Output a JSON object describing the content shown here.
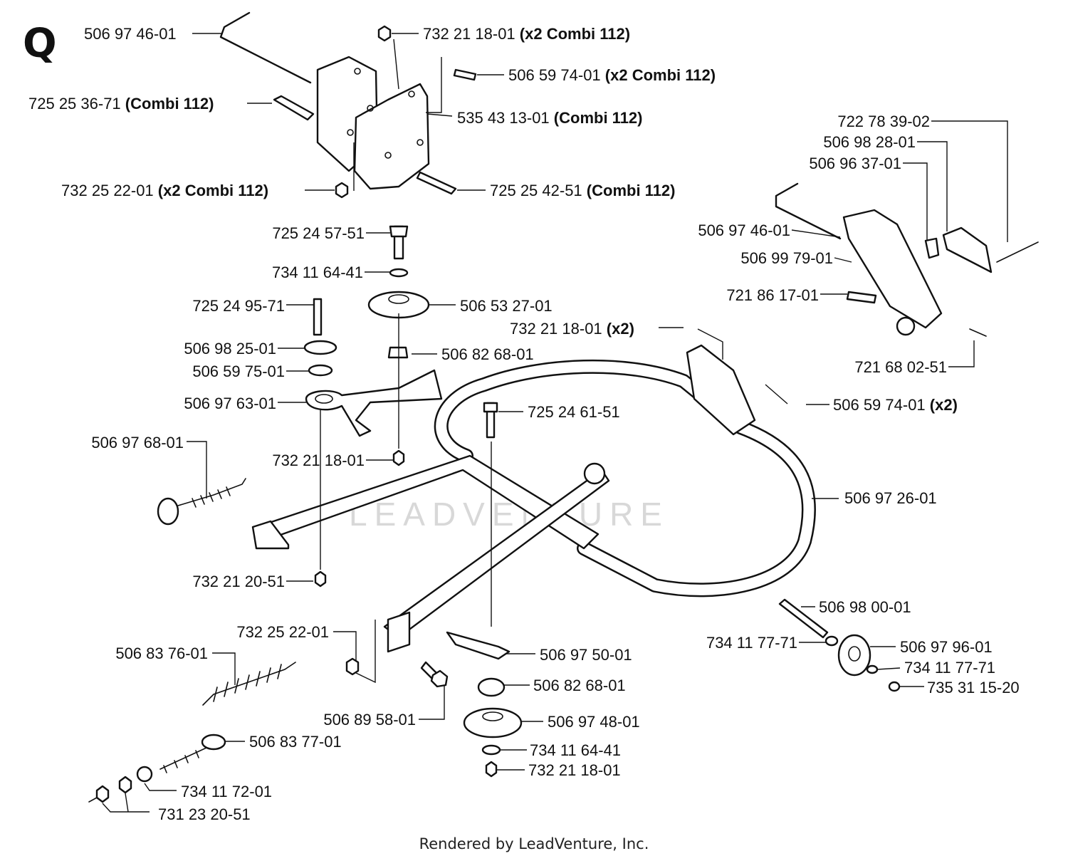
{
  "section_letter": "Q",
  "credit": "Rendered by LeadVenture, Inc.",
  "watermark": "LEADVENTURE",
  "labels": [
    {
      "part": "506 97 46-01",
      "note": ""
    },
    {
      "part": "732 21 18-01",
      "note": "(x2 Combi 112)"
    },
    {
      "part": "506 59 74-01",
      "note": "(x2 Combi 112)"
    },
    {
      "part": "725 25 36-71",
      "note": "(Combi 112)"
    },
    {
      "part": "535 43 13-01",
      "note": "(Combi 112)"
    },
    {
      "part": "732 25 22-01",
      "note": "(x2 Combi 112)"
    },
    {
      "part": "725 25 42-51",
      "note": "(Combi 112)"
    },
    {
      "part": "722 78 39-02",
      "note": ""
    },
    {
      "part": "506 98 28-01",
      "note": ""
    },
    {
      "part": "506 96 37-01",
      "note": ""
    },
    {
      "part": "506 97 46-01",
      "note": ""
    },
    {
      "part": "506 99 79-01",
      "note": ""
    },
    {
      "part": "721 86 17-01",
      "note": ""
    },
    {
      "part": "725 24 57-51",
      "note": ""
    },
    {
      "part": "734 11 64-41",
      "note": ""
    },
    {
      "part": "725 24 95-71",
      "note": ""
    },
    {
      "part": "506 53 27-01",
      "note": ""
    },
    {
      "part": "732 21 18-01",
      "note": "(x2)"
    },
    {
      "part": "506 98 25-01",
      "note": ""
    },
    {
      "part": "506 82 68-01",
      "note": ""
    },
    {
      "part": "721 68 02-51",
      "note": ""
    },
    {
      "part": "506 59 75-01",
      "note": ""
    },
    {
      "part": "506 97 63-01",
      "note": ""
    },
    {
      "part": "506 59 74-01",
      "note": "(x2)"
    },
    {
      "part": "725 24 61-51",
      "note": ""
    },
    {
      "part": "506 97 68-01",
      "note": ""
    },
    {
      "part": "732 21 18-01",
      "note": ""
    },
    {
      "part": "506 97 26-01",
      "note": ""
    },
    {
      "part": "732 21 20-51",
      "note": ""
    },
    {
      "part": "506 98 00-01",
      "note": ""
    },
    {
      "part": "732 25 22-01",
      "note": ""
    },
    {
      "part": "734 11 77-71",
      "note": ""
    },
    {
      "part": "506 97 96-01",
      "note": ""
    },
    {
      "part": "506 83 76-01",
      "note": ""
    },
    {
      "part": "506 97 50-01",
      "note": ""
    },
    {
      "part": "734 11 77-71",
      "note": ""
    },
    {
      "part": "735 31 15-20",
      "note": ""
    },
    {
      "part": "506 82 68-01",
      "note": ""
    },
    {
      "part": "506 89 58-01",
      "note": ""
    },
    {
      "part": "506 97 48-01",
      "note": ""
    },
    {
      "part": "506 83 77-01",
      "note": ""
    },
    {
      "part": "734 11 64-41",
      "note": ""
    },
    {
      "part": "732 21 18-01",
      "note": ""
    },
    {
      "part": "734 11 72-01",
      "note": ""
    },
    {
      "part": "731 23 20-51",
      "note": ""
    }
  ]
}
